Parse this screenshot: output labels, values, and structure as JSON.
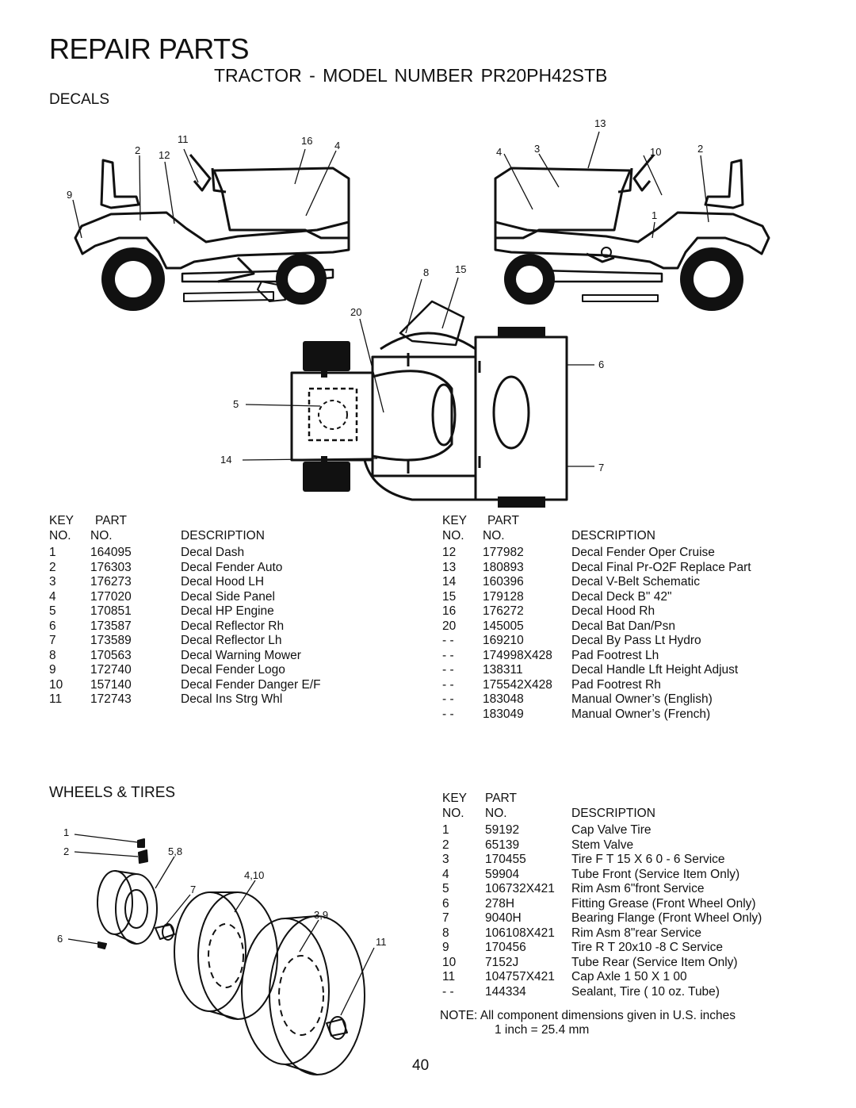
{
  "page": {
    "title": "REPAIR PARTS",
    "subtitle": "TRACTOR - MODEL NUMBER PR20PH42STB",
    "page_number": "40"
  },
  "decals": {
    "heading": "DECALS",
    "callouts": [
      "2",
      "12",
      "11",
      "16",
      "4",
      "9",
      "13",
      "4",
      "3",
      "10",
      "2",
      "1",
      "8",
      "15",
      "20",
      "6",
      "5",
      "14",
      "7"
    ],
    "header": {
      "key": "KEY",
      "part": "PART",
      "no1": "NO.",
      "no2": "NO.",
      "description": "DESCRIPTION"
    },
    "left_rows": [
      {
        "key": "1",
        "part": "164095",
        "desc": "Decal Dash"
      },
      {
        "key": "2",
        "part": "176303",
        "desc": "Decal Fender Auto"
      },
      {
        "key": "3",
        "part": "176273",
        "desc": "Decal Hood LH"
      },
      {
        "key": "4",
        "part": "177020",
        "desc": "Decal Side Panel"
      },
      {
        "key": "5",
        "part": "170851",
        "desc": "Decal HP Engine"
      },
      {
        "key": "6",
        "part": "173587",
        "desc": "Decal Reflector Rh"
      },
      {
        "key": "7",
        "part": "173589",
        "desc": "Decal Reflector Lh"
      },
      {
        "key": "8",
        "part": "170563",
        "desc": "Decal Warning Mower"
      },
      {
        "key": "9",
        "part": "172740",
        "desc": "Decal Fender Logo"
      },
      {
        "key": "10",
        "part": "157140",
        "desc": "Decal Fender Danger E/F"
      },
      {
        "key": "11",
        "part": "172743",
        "desc": "Decal Ins Strg Whl"
      }
    ],
    "right_rows": [
      {
        "key": "12",
        "part": "177982",
        "desc": "Decal Fender Oper Cruise"
      },
      {
        "key": "13",
        "part": "180893",
        "desc": "Decal Final Pr-O2F Replace Part"
      },
      {
        "key": "14",
        "part": "160396",
        "desc": "Decal V-Belt Schematic"
      },
      {
        "key": "15",
        "part": "179128",
        "desc": "Decal Deck B\" 42\""
      },
      {
        "key": "16",
        "part": "176272",
        "desc": "Decal Hood Rh"
      },
      {
        "key": "20",
        "part": "145005",
        "desc": "Decal Bat Dan/Psn"
      },
      {
        "key": "- -",
        "part": "169210",
        "desc": "Decal By Pass Lt Hydro"
      },
      {
        "key": "- -",
        "part": "174998X428",
        "desc": "Pad Footrest Lh"
      },
      {
        "key": "- -",
        "part": "138311",
        "desc": "Decal Handle Lft Height Adjust"
      },
      {
        "key": "- -",
        "part": "175542X428",
        "desc": "Pad Footrest Rh"
      },
      {
        "key": "- -",
        "part": "183048",
        "desc": "Manual Owner’s (English)"
      },
      {
        "key": "- -",
        "part": "183049",
        "desc": "Manual Owner’s (French)"
      }
    ]
  },
  "wheels": {
    "heading": "WHEELS & TIRES",
    "callouts": [
      "1",
      "2",
      "5,8",
      "4,10",
      "7",
      "3,9",
      "6",
      "11"
    ],
    "header": {
      "key": "KEY",
      "part": "PART",
      "no1": "NO.",
      "no2": "NO.",
      "description": "DESCRIPTION"
    },
    "rows": [
      {
        "key": "1",
        "part": "59192",
        "desc": "Cap Valve Tire"
      },
      {
        "key": "2",
        "part": "65139",
        "desc": "Stem Valve"
      },
      {
        "key": "3",
        "part": "170455",
        "desc": "Tire F T 15 X 6 0 - 6 Service"
      },
      {
        "key": "4",
        "part": "59904",
        "desc": "Tube Front (Service Item Only)"
      },
      {
        "key": "5",
        "part": "106732X421",
        "desc": "Rim Asm 6\"front Service"
      },
      {
        "key": "6",
        "part": "278H",
        "desc": "Fitting Grease (Front Wheel Only)"
      },
      {
        "key": "7",
        "part": "9040H",
        "desc": "Bearing Flange (Front Wheel Only)"
      },
      {
        "key": "8",
        "part": "106108X421",
        "desc": "Rim Asm 8\"rear Service"
      },
      {
        "key": "9",
        "part": "170456",
        "desc": "Tire R T 20x10 -8 C Service"
      },
      {
        "key": "10",
        "part": "7152J",
        "desc": "Tube Rear (Service Item Only)"
      },
      {
        "key": "11",
        "part": "104757X421",
        "desc": "Cap Axle 1 50 X 1 00"
      },
      {
        "key": "- -",
        "part": "144334",
        "desc": "Sealant, Tire ( 10 oz. Tube)"
      }
    ],
    "note_line1": "NOTE: All component dimensions given in U.S. inches",
    "note_line2": "1 inch = 25.4 mm"
  }
}
